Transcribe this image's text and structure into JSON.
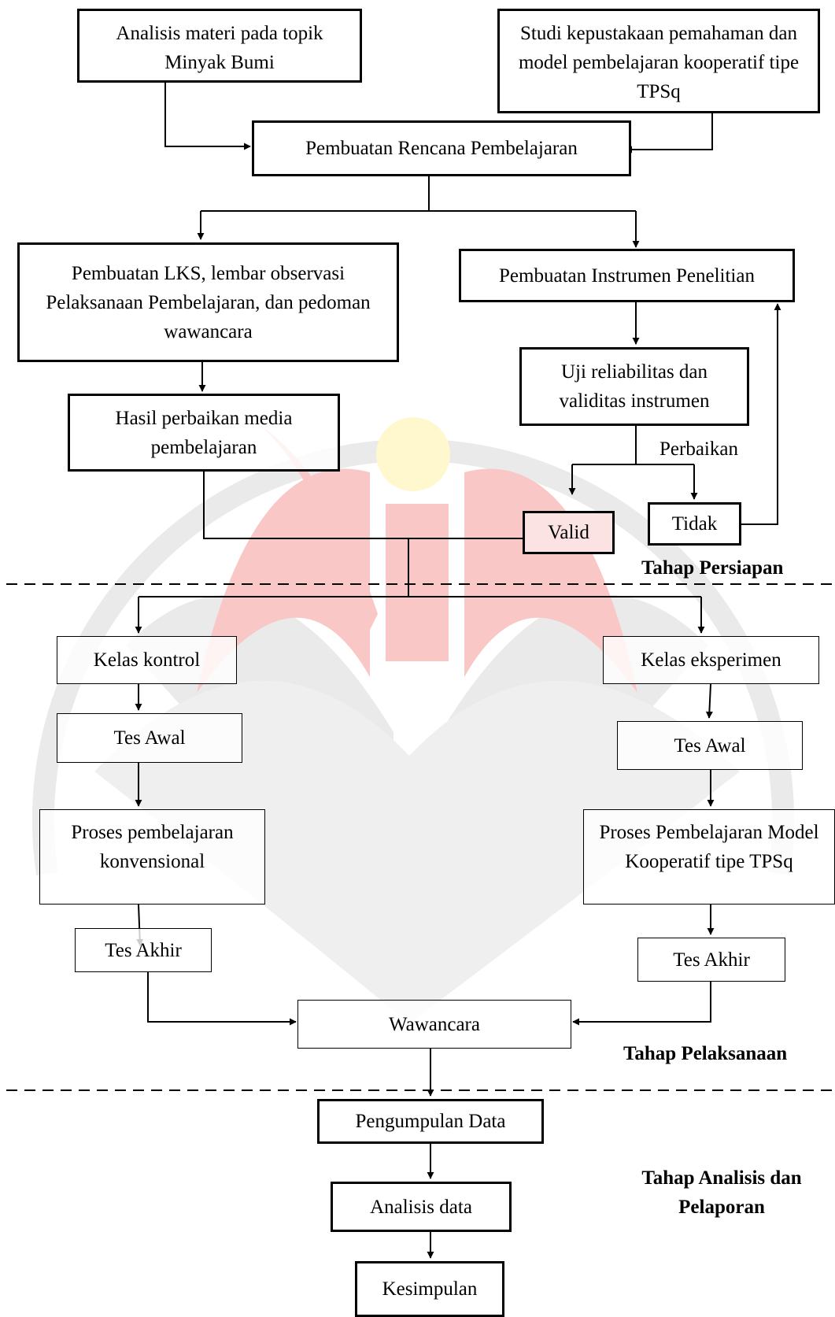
{
  "steps": {
    "analisis_materi": "Analisis materi pada topik Minyak Bumi",
    "studi_kepustakaan": "Studi kepustakaan pemahaman dan model pembelajaran kooperatif tipe TPSq",
    "rencana": "Pembuatan Rencana Pembelajaran",
    "lks": "Pembuatan LKS, lembar observasi Pelaksanaan Pembelajaran, dan pedoman wawancara",
    "instrumen": "Pembuatan Instrumen Penelitian",
    "uji": "Uji reliabilitas dan validitas instrumen",
    "hasil_perbaikan": "Hasil perbaikan media pembelajaran",
    "valid": "Valid",
    "tidak": "Tidak",
    "kelas_kontrol": "Kelas kontrol",
    "kelas_eksperimen": "Kelas eksperimen",
    "tes_awal_kontrol": "Tes Awal",
    "tes_awal_eksperimen": "Tes Awal",
    "proses_konvensional": "Proses pembelajaran konvensional",
    "proses_tpsq": "Proses Pembelajaran Model Kooperatif tipe TPSq",
    "tes_akhir_kontrol": "Tes Akhir",
    "tes_akhir_eksperimen": "Tes Akhir",
    "wawancara": "Wawancara",
    "pengumpulan": "Pengumpulan Data",
    "analisis_data": "Analisis data",
    "kesimpulan": "Kesimpulan"
  },
  "edge_labels": {
    "perbaikan": "Perbaikan"
  },
  "stages": {
    "persiapan": "Tahap Persiapan",
    "pelaksanaan": "Tahap Pelaksanaan",
    "analisis": "Tahap Analisis dan Pelaporan"
  },
  "colors": {
    "watermark_red": "#f79a9a",
    "watermark_gray": "#d9d9d9",
    "watermark_yellow": "#fff3a8",
    "line": "#000000"
  }
}
